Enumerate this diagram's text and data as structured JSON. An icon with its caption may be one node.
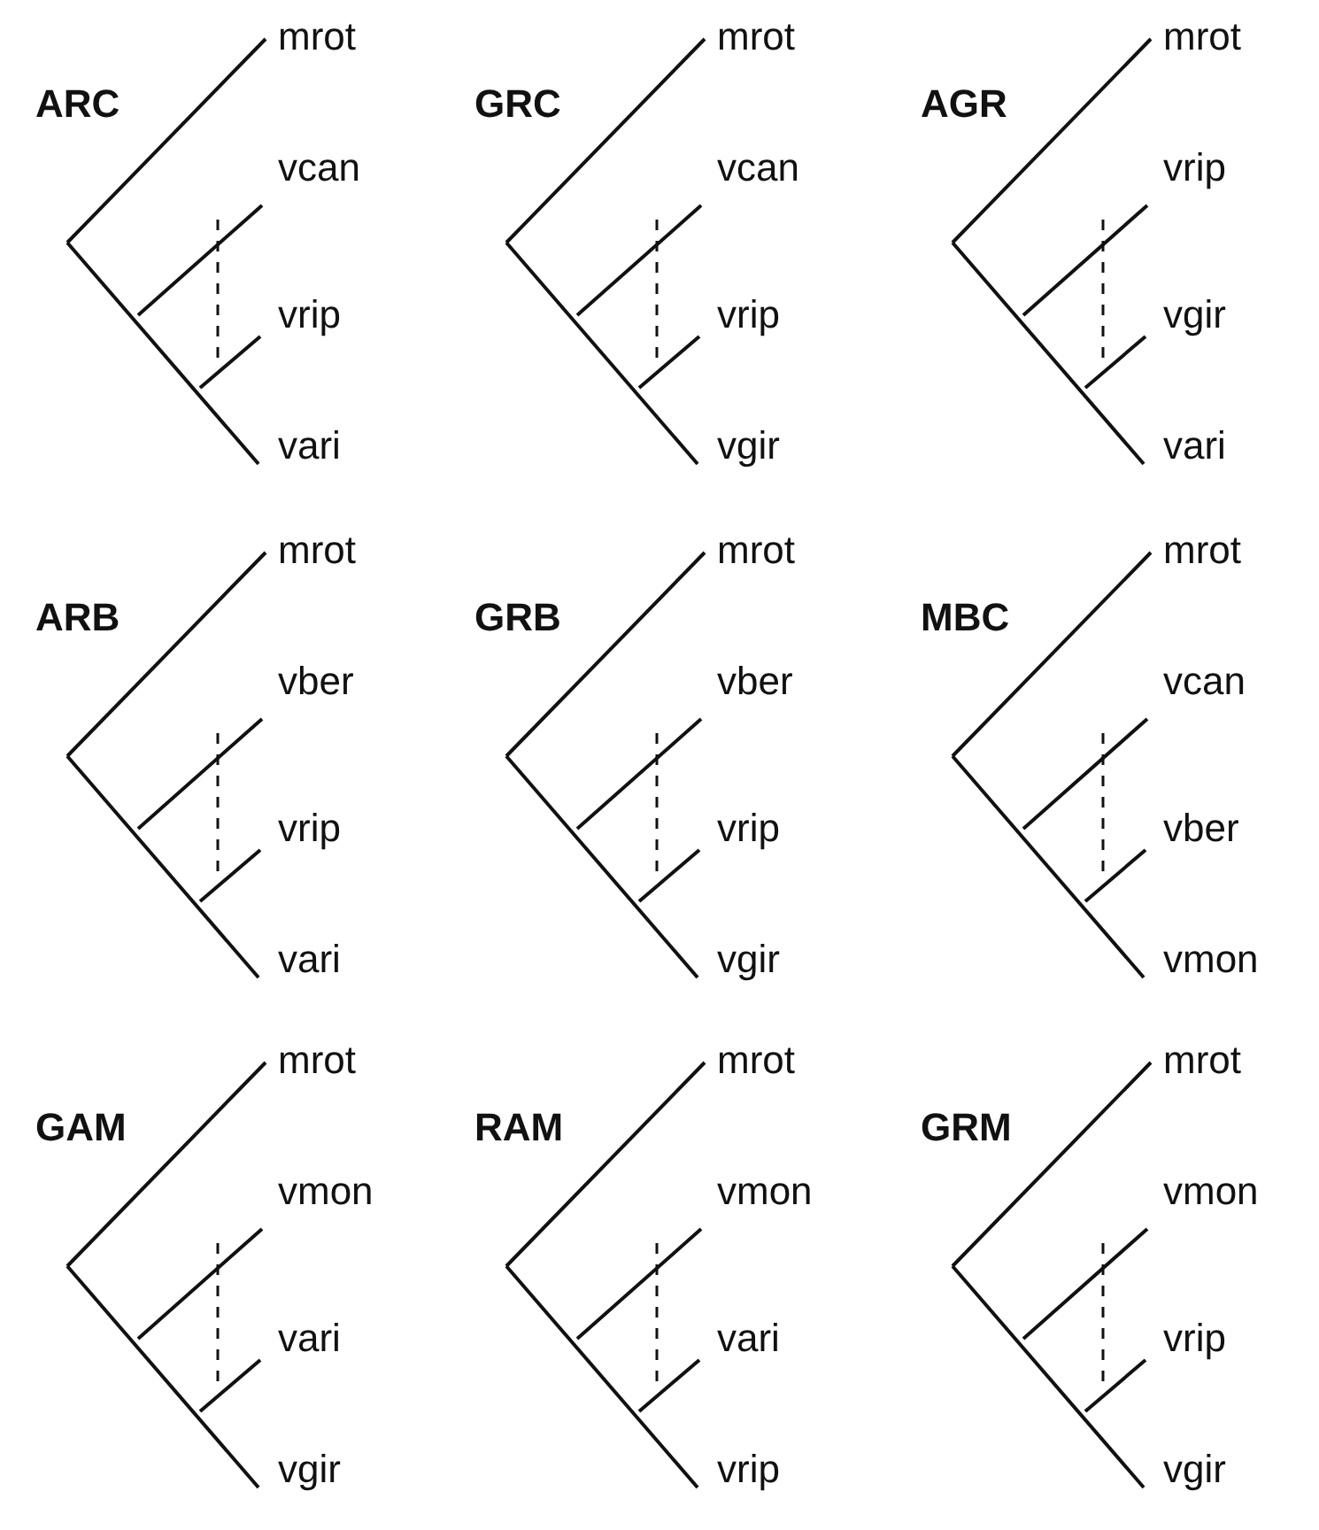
{
  "diagram": {
    "labels": [
      "ARC",
      "mrot",
      "vcan",
      "vrip",
      "vari",
      "GRC",
      "mrot",
      "vcan",
      "vrip",
      "vgir",
      "AGR",
      "mrot",
      "vrip",
      "vgir",
      "vari",
      "ARB",
      "mrot",
      "vber",
      "vrip",
      "vari",
      "GRB",
      "mrot",
      "vber",
      "vrip",
      "vgir",
      "MBC",
      "mrot",
      "vcan",
      "vber",
      "vmon",
      "GAM",
      "mrot",
      "vmon",
      "vari",
      "vgir",
      "RAM",
      "mrot",
      "vmon",
      "vari",
      "vrip",
      "GRM",
      "mrot",
      "vmon",
      "vrip",
      "vgir"
    ]
  }
}
